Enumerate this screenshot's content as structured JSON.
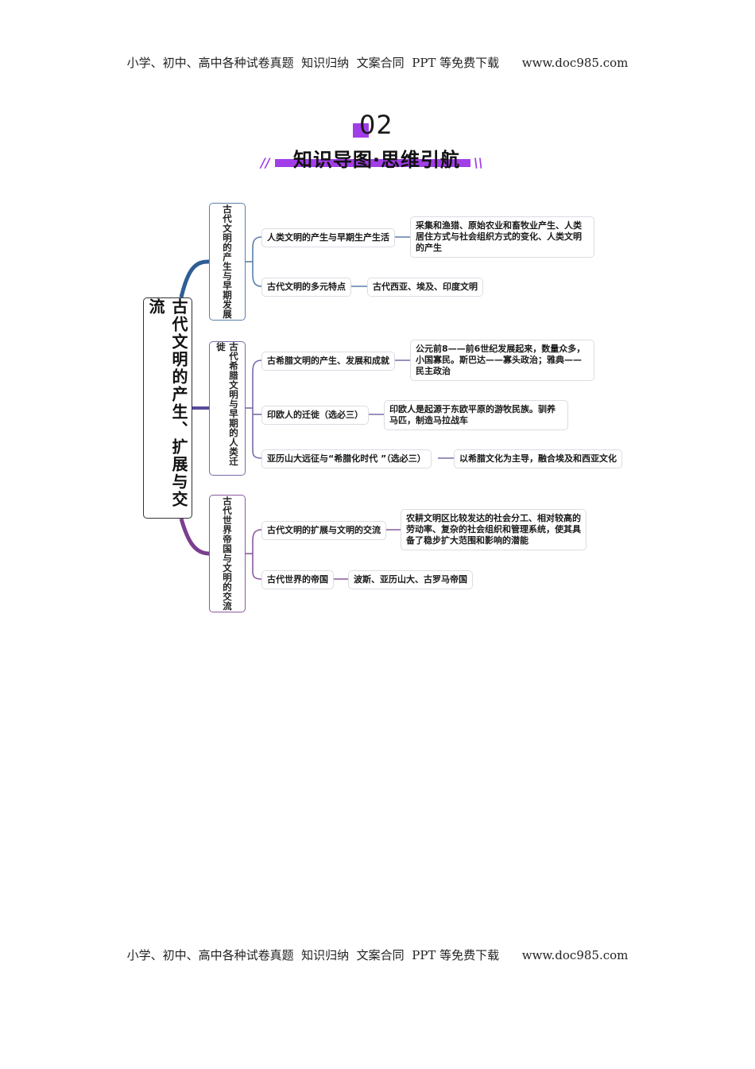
{
  "page": {
    "header_text": "小学、初中、高中各种试卷真题  知识归纳  文案合同  PPT 等免费下载      www.doc985.com",
    "footer_text": "小学、初中、高中各种试卷真题  知识归纳  文案合同  PPT 等免费下载      www.doc985.com"
  },
  "section": {
    "number": "02",
    "title": "知识导图·思维引航",
    "accent_color": "#a23ee8",
    "slash_left": "//",
    "slash_right": "\\\\"
  },
  "mindmap": {
    "root": "古代文明的产生、扩展与交流",
    "branches": [
      {
        "label": "古代文明的产生与早期发展",
        "color": "#2e5e94",
        "topics": [
          {
            "label": "人类文明的产生与早期生产生活",
            "detail": "采集和渔猎、原始农业和畜牧业产生、人类居住方式与社会组织方式的变化、人类文明的产生"
          },
          {
            "label": "古代文明的多元特点",
            "detail": "古代西亚、埃及、印度文明"
          }
        ]
      },
      {
        "label": "古代希腊文明与早期的人类迁徙",
        "color": "#5a4a9a",
        "topics": [
          {
            "label": "古希腊文明的产生、发展和成就",
            "detail": "公元前8——前6世纪发展起来，数量众多，小国寡民。斯巴达——寡头政治；雅典——民主政治"
          },
          {
            "label": "印欧人的迁徙（选必三）",
            "detail": "印欧人是起源于东欧平原的游牧民族。驯养马匹，制造马拉战车"
          },
          {
            "label": "亚历山大远征与“希腊化时代 ”（选必三）",
            "detail": "以希腊文化为主导，融合埃及和西亚文化"
          }
        ]
      },
      {
        "label": "古代世界帝国与文明的交流",
        "color": "#7a3f8e",
        "topics": [
          {
            "label": "古代文明的扩展与文明的交流",
            "detail": "农耕文明区比较发达的社会分工、相对较高的劳动率、复杂的社会组织和管理系统，使其具备了稳步扩大范围和影响的潜能"
          },
          {
            "label": "古代世界的帝国",
            "detail": "波斯、亚历山大、古罗马帝国"
          }
        ]
      }
    ]
  }
}
